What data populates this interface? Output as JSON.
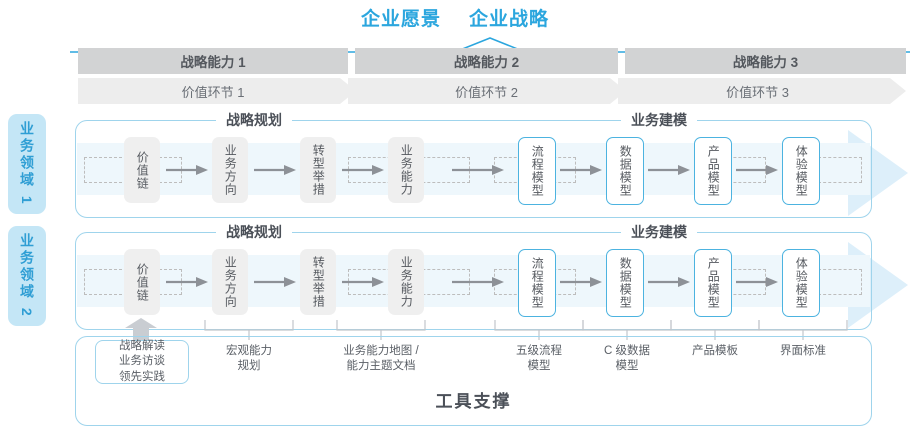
{
  "header": {
    "vision_labels": [
      "企业愿景",
      "企业战略"
    ],
    "accent_color": "#2ba6de"
  },
  "capability_bar": {
    "segments": [
      {
        "label": "战略能力 1"
      },
      {
        "label": "战略能力 2"
      },
      {
        "label": "战略能力 3"
      }
    ],
    "bg_color": "#d2d3d4"
  },
  "value_bar": {
    "segments": [
      {
        "label": "价值环节 1"
      },
      {
        "label": "价值环节 2"
      },
      {
        "label": "价值环节 3"
      }
    ],
    "bg_color": "#ededed"
  },
  "domains": [
    {
      "label": "业务领域 1"
    },
    {
      "label": "业务领域 2"
    }
  ],
  "rows": [
    {
      "left_title": "战略规划",
      "right_title": "业务建模",
      "planning_nodes": [
        "价值链",
        "业务方向",
        "转型举措",
        "业务能力"
      ],
      "modeling_nodes": [
        "流程模型",
        "数据模型",
        "产品模型",
        "体验模型"
      ]
    },
    {
      "left_title": "战略规划",
      "right_title": "业务建模",
      "planning_nodes": [
        "价值链",
        "业务方向",
        "转型举措",
        "业务能力"
      ],
      "modeling_nodes": [
        "流程模型",
        "数据模型",
        "产品模型",
        "体验模型"
      ]
    }
  ],
  "tools": {
    "title": "工具支撑",
    "chip": "战略解读\n业务访谈\n领先实践",
    "chip_lines": [
      "战略解读",
      "业务访谈",
      "领先实践"
    ],
    "labels": [
      {
        "lines": [
          "宏观能力",
          "规划"
        ]
      },
      {
        "lines": [
          "业务能力地图 /",
          "能力主题文档"
        ]
      },
      {
        "lines": [
          "五级流程",
          "模型"
        ]
      },
      {
        "lines": [
          "C 级数据",
          "模型"
        ]
      },
      {
        "lines": [
          "产品模板"
        ]
      },
      {
        "lines": [
          "界面标准"
        ]
      }
    ]
  },
  "colors": {
    "blue_border": "#9fd4ec",
    "blue_node": "#4cb3e0",
    "band": "#eef7fc",
    "domain_tab": "#c4e6f6",
    "gray_node": "#efefef"
  }
}
